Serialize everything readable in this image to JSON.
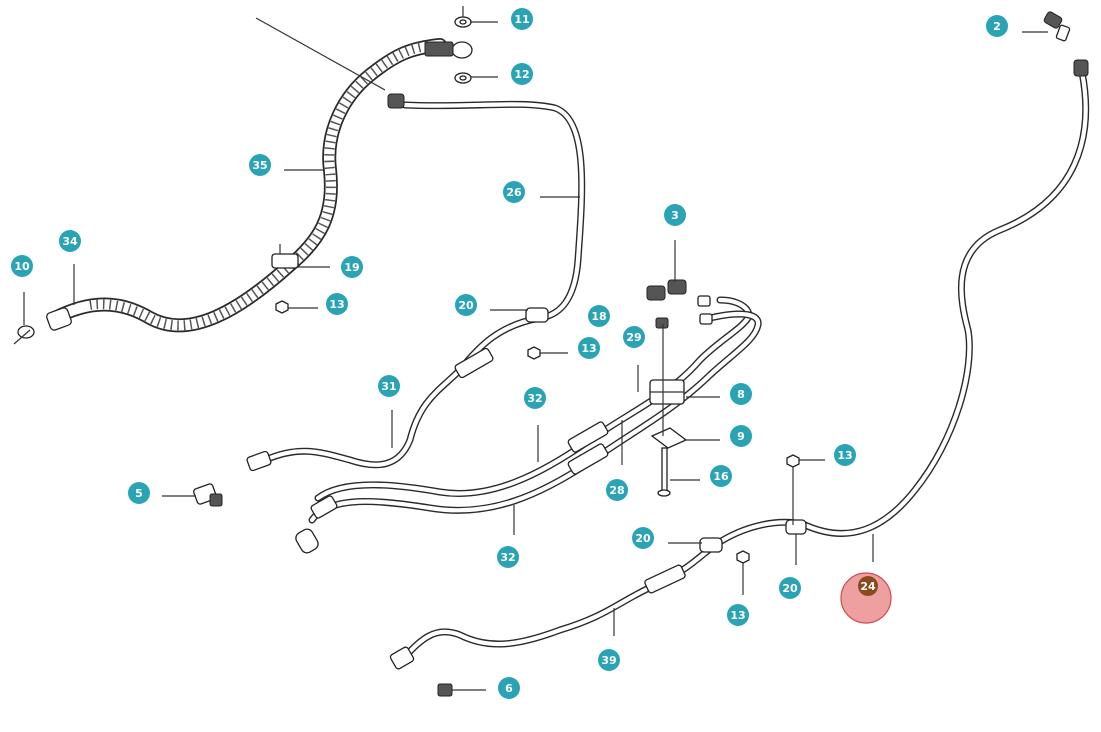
{
  "diagram": {
    "accent_color": "#2aa3b5",
    "highlight_color": "#e88080",
    "callouts": [
      {
        "label": "11"
      },
      {
        "label": "12"
      },
      {
        "label": "2"
      },
      {
        "label": "35"
      },
      {
        "label": "26"
      },
      {
        "label": "3"
      },
      {
        "label": "34"
      },
      {
        "label": "10"
      },
      {
        "label": "19"
      },
      {
        "label": "13"
      },
      {
        "label": "20"
      },
      {
        "label": "18"
      },
      {
        "label": "13"
      },
      {
        "label": "29"
      },
      {
        "label": "31"
      },
      {
        "label": "32"
      },
      {
        "label": "8"
      },
      {
        "label": "9"
      },
      {
        "label": "16"
      },
      {
        "label": "13"
      },
      {
        "label": "5"
      },
      {
        "label": "28"
      },
      {
        "label": "32"
      },
      {
        "label": "20"
      },
      {
        "label": "20"
      },
      {
        "label": "13"
      },
      {
        "label": "39"
      },
      {
        "label": "6"
      }
    ],
    "highlighted": {
      "label": "24"
    }
  }
}
